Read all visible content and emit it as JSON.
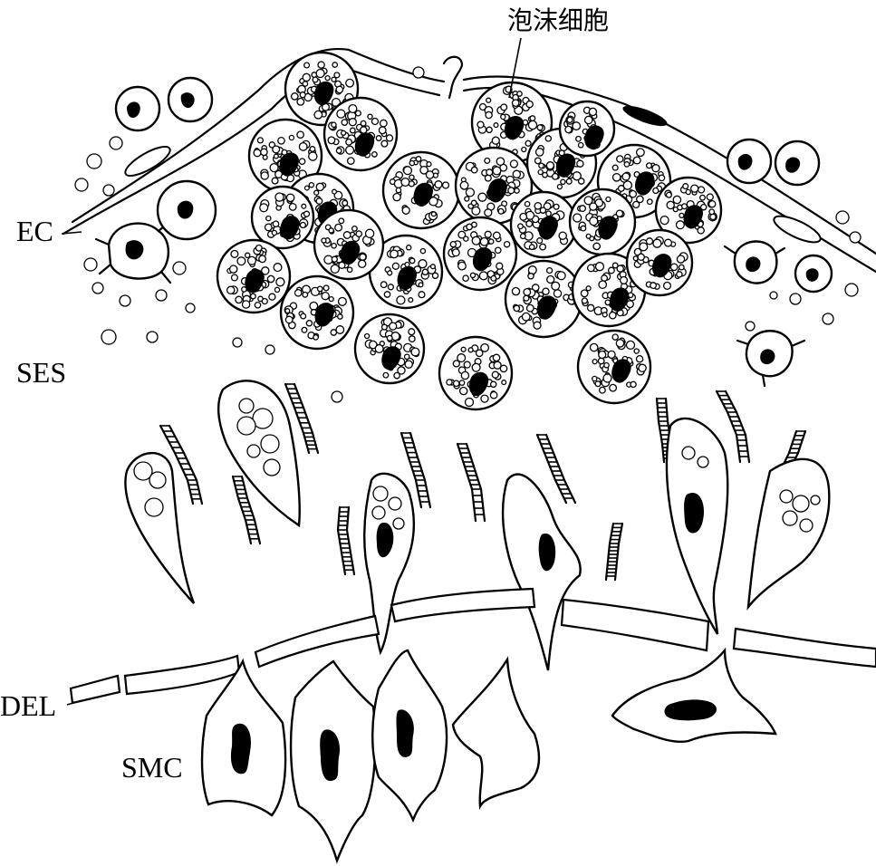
{
  "labels": {
    "foam_cell": "泡沫细胞",
    "ec": "EC",
    "ses": "SES",
    "del": "DEL",
    "smc": "SMC"
  }
}
